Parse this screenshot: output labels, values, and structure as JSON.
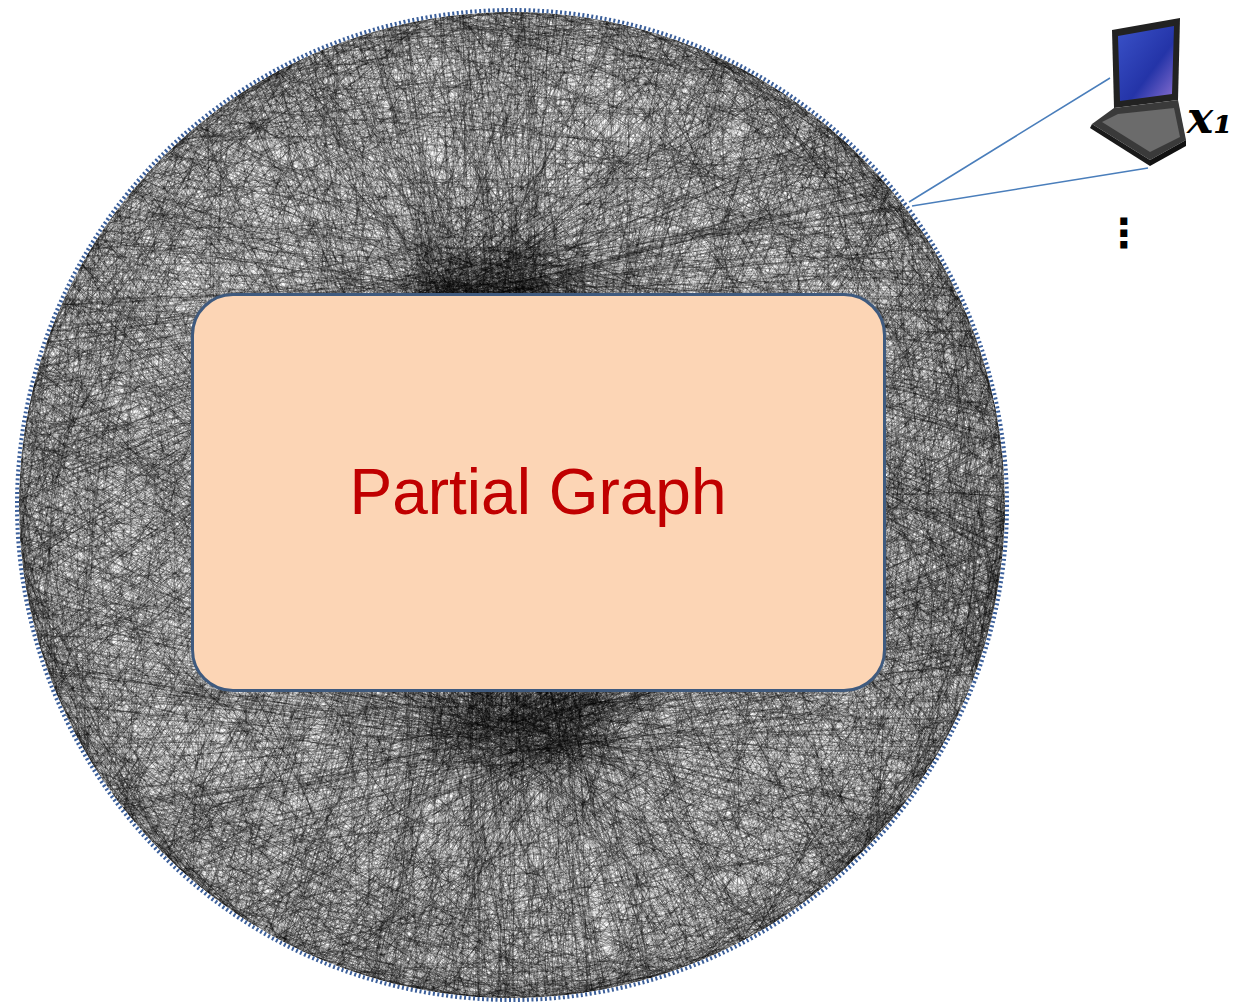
{
  "diagram": {
    "nodes": [
      {
        "text": [
          "Partial Graph"
        ]
      }
    ],
    "labels": [
      "x₁",
      "⋮"
    ]
  }
}
